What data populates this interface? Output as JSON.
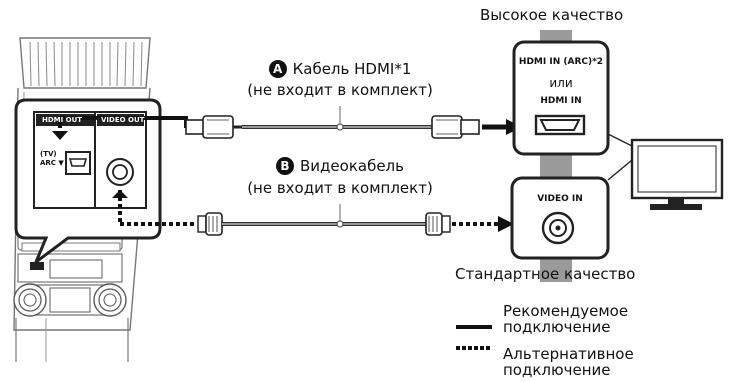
{
  "labels": {
    "high_quality": "Высокое качество",
    "standard_quality": "Стандартное качество",
    "cable_a_badge": "A",
    "cable_a_name": "Кабель HDMI*1",
    "cable_a_note": "(не входит в комплект)",
    "cable_b_badge": "B",
    "cable_b_name": "Видеокабель",
    "cable_b_note": "(не входит в комплект)",
    "legend_recommended_line1": "Рекомендуемое",
    "legend_recommended_line2": "подключение",
    "legend_alternative_line1": "Альтернативное",
    "legend_alternative_line2": "подключение"
  },
  "tv_panel_hdmi": {
    "line1": "HDMI IN (ARC)*2",
    "line2": "или",
    "line3": "HDMI IN"
  },
  "tv_panel_video": {
    "label": "VIDEO IN"
  },
  "speaker_panel": {
    "hdmi_out": "HDMI OUT",
    "video_out": "VIDEO OUT",
    "tv_arc_line1": "(TV)",
    "tv_arc_line2": "ARC ▼"
  }
}
